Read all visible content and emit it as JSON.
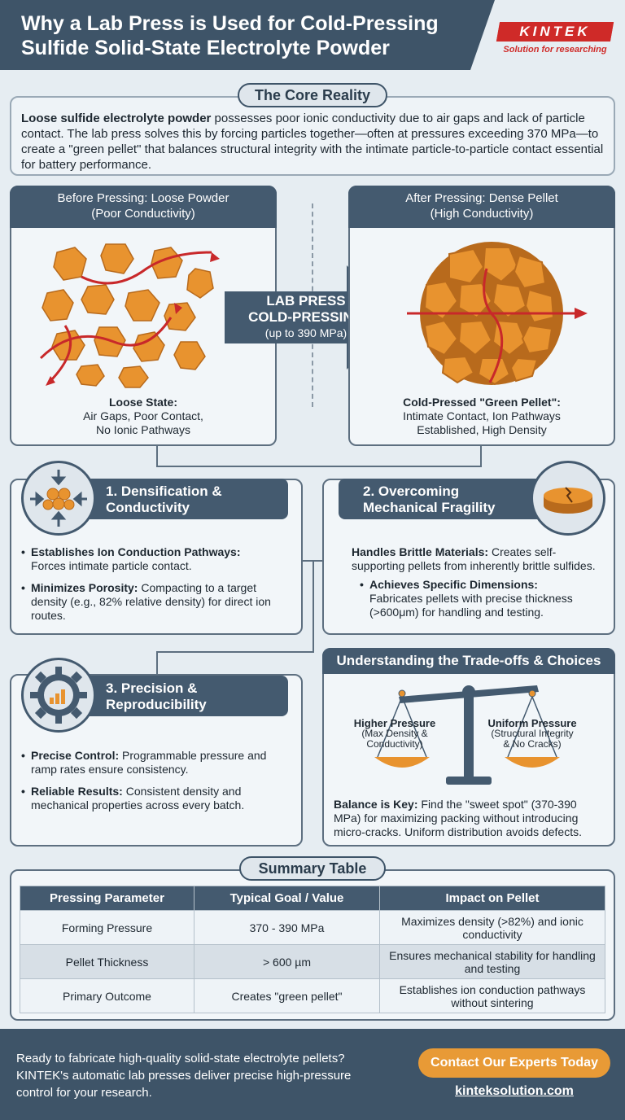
{
  "header": {
    "title_line1": "Why a Lab Press is Used for Cold-Pressing",
    "title_line2": "Sulfide Solid-State Electrolyte Powder",
    "logo": "KINTEK",
    "logo_tagline": "Solution for researching",
    "brand_color": "#cf2a28"
  },
  "core": {
    "label": "The Core Reality",
    "bold": "Loose sulfide electrolyte powder",
    "text": " possesses poor ionic conductivity due to air gaps and lack of particle contact. The lab press solves this by forcing particles together—often at pressures exceeding 370 MPa—to create a \"green pellet\" that balances structural integrity with the intimate particle-to-particle contact essential for battery performance."
  },
  "before": {
    "title1": "Before Pressing: Loose Powder",
    "title2": "(Poor Conductivity)",
    "caption_bold": "Loose State:",
    "caption1": "Air Gaps, Poor Contact,",
    "caption2": "No Ionic Pathways"
  },
  "press": {
    "line1": "LAB PRESS",
    "line2": "COLD-PRESSING",
    "line3": "(up to 390 MPa)"
  },
  "after": {
    "title1": "After Pressing: Dense Pellet",
    "title2": "(High Conductivity)",
    "caption_bold": "Cold-Pressed \"Green Pellet\":",
    "caption1": "Intimate Contact, Ion Pathways",
    "caption2": "Established, High Density"
  },
  "sec1": {
    "title1": "1. Densification &",
    "title2": "Conductivity",
    "b1_bold": "Establishes Ion Conduction Pathways:",
    "b1_text": "Forces intimate particle contact.",
    "b2_bold": "Minimizes Porosity:",
    "b2_text": " Compacting to a target density (e.g., 82% relative density) for direct ion routes."
  },
  "sec2": {
    "title1": "2. Overcoming",
    "title2": "Mechanical Fragility",
    "p1_bold": "Handles Brittle Materials:",
    "p1_text": " Creates self-supporting pellets from inherently brittle sulfides.",
    "b1_bold": "Achieves Specific Dimensions:",
    "b1_text": "Fabricates pellets with precise thickness (>600μm) for handling and testing."
  },
  "sec3": {
    "title1": "3. Precision &",
    "title2": "Reproducibility",
    "b1_bold": "Precise Control:",
    "b1_text": " Programmable pressure and ramp rates ensure consistency.",
    "b2_bold": "Reliable Results:",
    "b2_text": " Consistent density and mechanical properties across every batch."
  },
  "tradeoffs": {
    "title": "Understanding the Trade-offs & Choices",
    "left_bold": "Higher Pressure",
    "left_sub1": "(Max Density &",
    "left_sub2": "Conductivity)",
    "right_bold": "Uniform Pressure",
    "right_sub1": "(Structural Integrity",
    "right_sub2": "& No Cracks)",
    "key_bold": "Balance is Key:",
    "key_text": " Find the \"sweet spot\" (370-390 MPa) for maximizing packing without introducing micro-cracks. Uniform distribution avoids defects."
  },
  "summary": {
    "label": "Summary Table",
    "headers": [
      "Pressing Parameter",
      "Typical Goal / Value",
      "Impact on Pellet"
    ],
    "rows": [
      [
        "Forming Pressure",
        "370 - 390 MPa",
        "Maximizes density (>82%) and ionic conductivity"
      ],
      [
        "Pellet Thickness",
        "> 600 µm",
        "Ensures mechanical stability for handling and testing"
      ],
      [
        "Primary Outcome",
        "Creates \"green pellet\"",
        "Establishes ion conduction pathways without sintering"
      ]
    ]
  },
  "footer": {
    "text": "Ready to fabricate high-quality solid-state electrolyte pellets? KINTEK's automatic lab presses deliver precise high-pressure control for your research.",
    "cta": "Contact Our Experts Today",
    "site": "kinteksolution.com",
    "accent": "#e89a36"
  }
}
